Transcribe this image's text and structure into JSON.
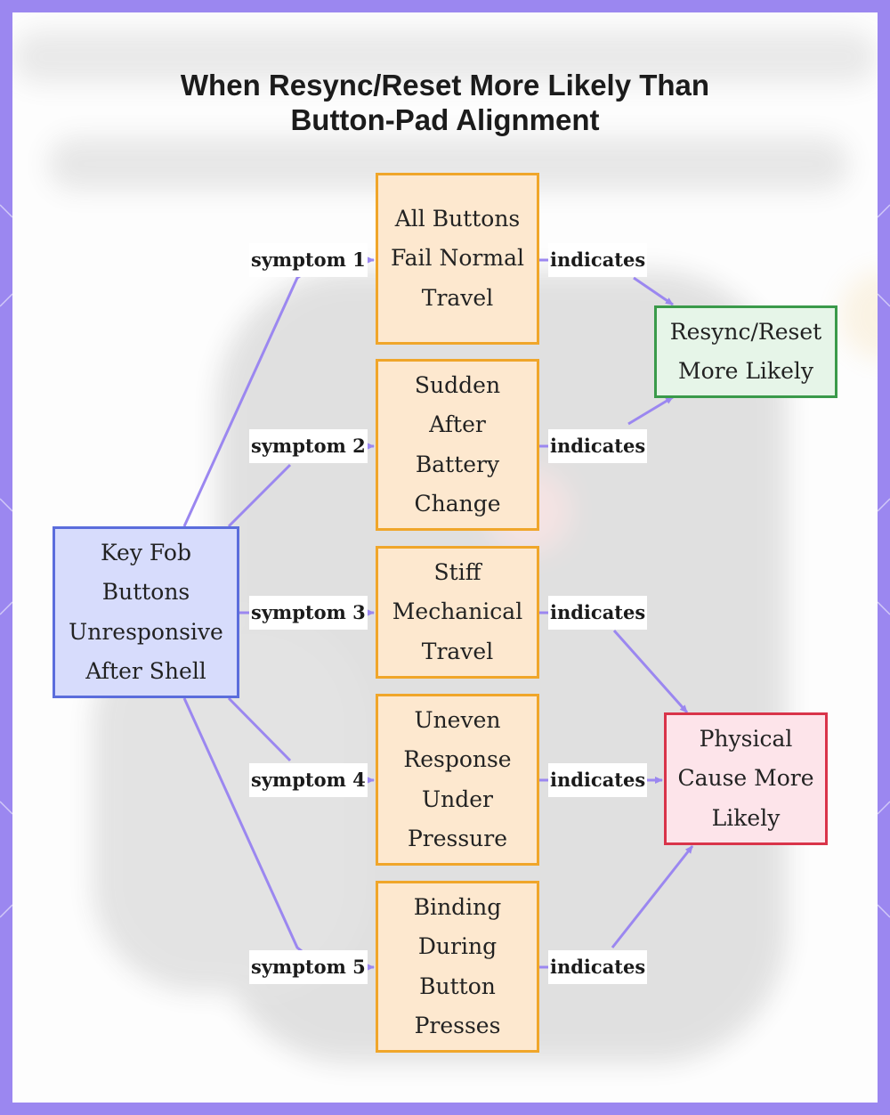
{
  "title": {
    "line1": "When Resync/Reset More Likely Than",
    "line2": "Button-Pad Alignment"
  },
  "nodes": {
    "source": "Key Fob Buttons Unresponsive After Shell",
    "symptom1": "All Buttons Fail Normal Travel",
    "symptom2": "Sudden After Battery Change",
    "symptom3": "Stiff Mechanical Travel",
    "symptom4": "Uneven Response Under Pressure",
    "symptom5": "Binding During Button Presses",
    "reset": "Resync/Reset More Likely",
    "physical": "Physical Cause More Likely"
  },
  "edge_labels": {
    "symptom1": "symptom 1",
    "symptom2": "symptom 2",
    "symptom3": "symptom 3",
    "symptom4": "symptom 4",
    "symptom5": "symptom 5",
    "indicates": "indicates"
  },
  "colors": {
    "frame": "#9b87f0",
    "edge": "#9b87f0",
    "source_fill": "#d7dcfc",
    "source_border": "#5b6ddc",
    "symptom_fill": "#fde8cf",
    "symptom_border": "#f0a62a",
    "reset_fill": "#e6f5e8",
    "reset_border": "#3a9a4a",
    "physical_fill": "#fde4ea",
    "physical_border": "#d9344a"
  }
}
